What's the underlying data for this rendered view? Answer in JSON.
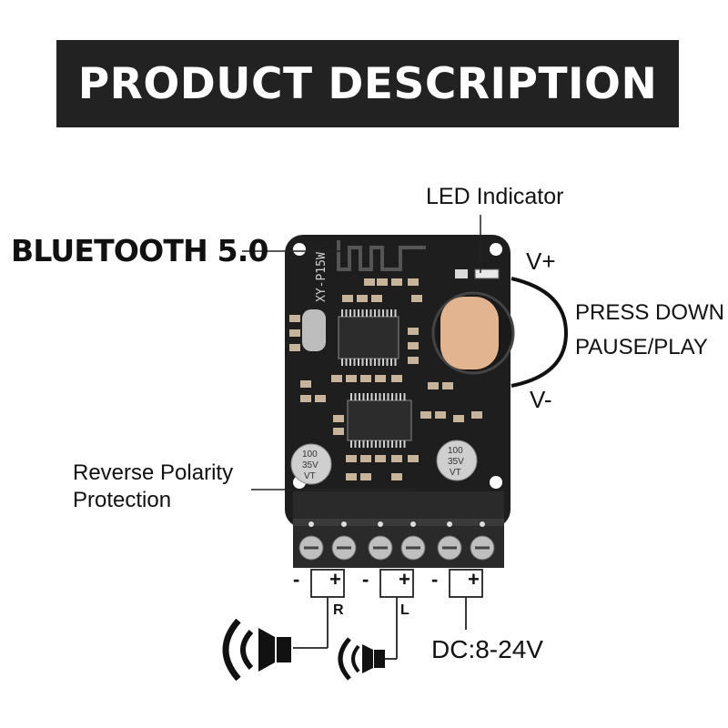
{
  "banner": {
    "title": "PRODUCT DESCRIPTION"
  },
  "labels": {
    "bluetooth": "BLUETOOTH 5.0",
    "led": "LED Indicator",
    "v_plus": "V+",
    "v_minus": "V-",
    "press_down": "PRESS DOWN",
    "pause_play": "PAUSE/PLAY",
    "reverse_1": "Reverse Polarity",
    "reverse_2": "Protection",
    "dc": "DC:8-24V"
  },
  "board": {
    "model_text": "XY-P15W",
    "cap_left": [
      "100",
      "35V",
      "VT"
    ],
    "cap_right": [
      "100",
      "35V",
      "VT"
    ]
  },
  "terminals": {
    "polarity": [
      "-",
      "+",
      "-",
      "+",
      "-",
      "+"
    ],
    "channels": {
      "right": "R",
      "left": "L"
    }
  },
  "colors": {
    "banner": "#222222",
    "pcb": "#1e1e1e",
    "button": "#e2b48f",
    "cap": "#cfcfcf"
  }
}
